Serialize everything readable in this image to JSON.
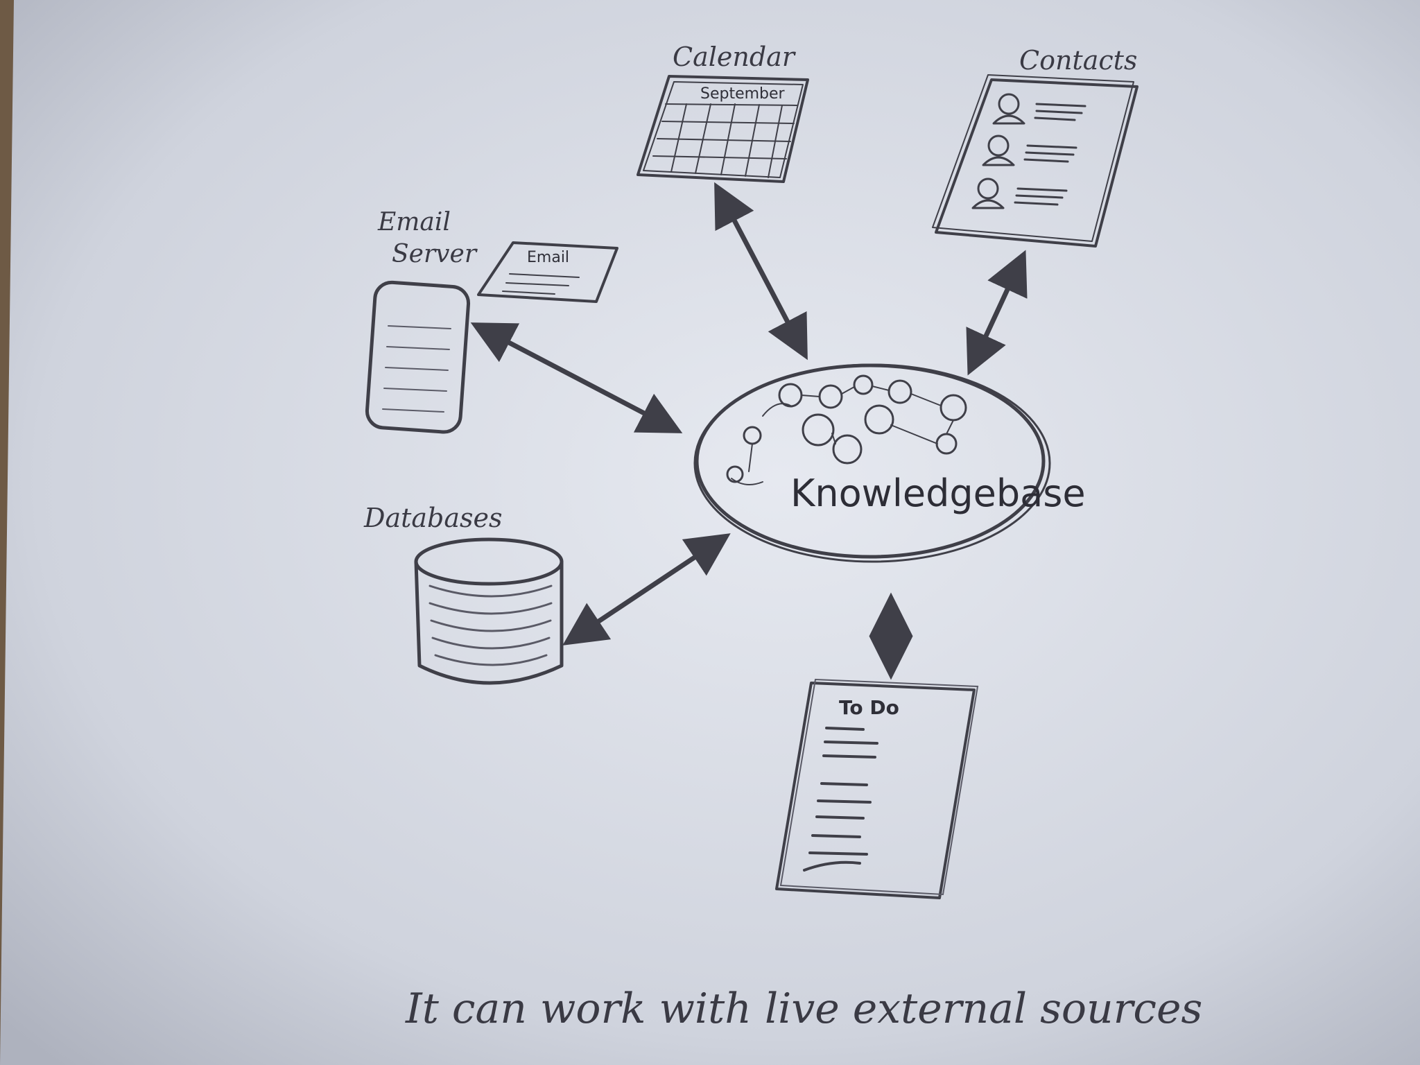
{
  "diagram": {
    "nodes": {
      "calendar": {
        "label": "Calendar",
        "header": "September"
      },
      "contacts": {
        "label": "Contacts"
      },
      "email_server": {
        "label_line1": "Email",
        "label_line2": "Server",
        "doc_label": "Email"
      },
      "databases": {
        "label": "Databases"
      },
      "knowledgebase": {
        "label": "Knowledgebase"
      },
      "todo": {
        "label": "To Do"
      }
    },
    "edges": [
      {
        "from": "calendar",
        "to": "knowledgebase",
        "direction": "both"
      },
      {
        "from": "contacts",
        "to": "knowledgebase",
        "direction": "both"
      },
      {
        "from": "email_server",
        "to": "knowledgebase",
        "direction": "both"
      },
      {
        "from": "databases",
        "to": "knowledgebase",
        "direction": "both"
      },
      {
        "from": "todo",
        "to": "knowledgebase",
        "direction": "both"
      }
    ],
    "caption": "It can work with live external sources"
  },
  "colors": {
    "paper": "#d9dde6",
    "background": "#6e5a45",
    "pencil": "#3f3f48"
  }
}
